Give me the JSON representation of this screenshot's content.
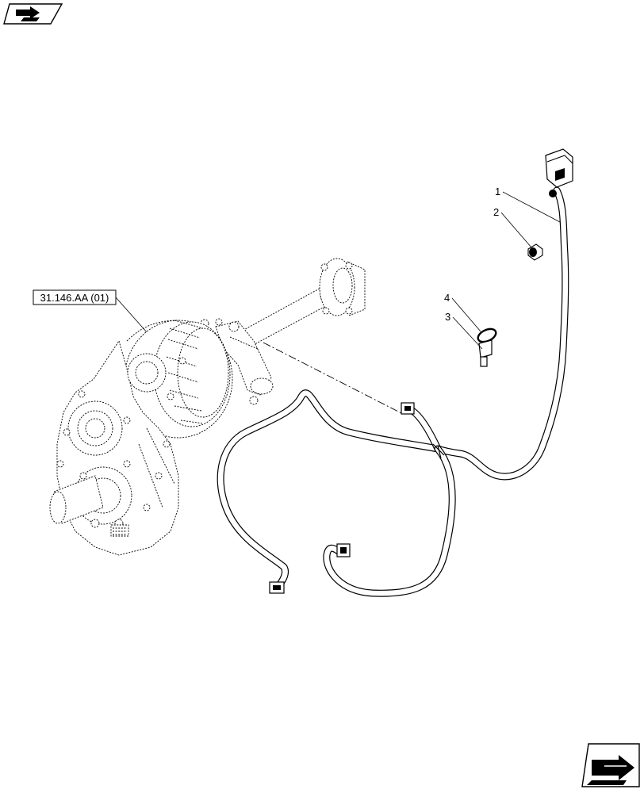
{
  "reference_label": "31.146.AA (01)",
  "callouts": [
    {
      "number": "1",
      "part": "wire harness"
    },
    {
      "number": "2",
      "part": "bolt"
    },
    {
      "number": "3",
      "part": "bolt"
    },
    {
      "number": "4",
      "part": "clip"
    }
  ],
  "icons": {
    "top_left": "previous-page-icon",
    "bottom_right": "next-page-icon"
  },
  "colors": {
    "line": "#000000",
    "background": "#ffffff"
  }
}
